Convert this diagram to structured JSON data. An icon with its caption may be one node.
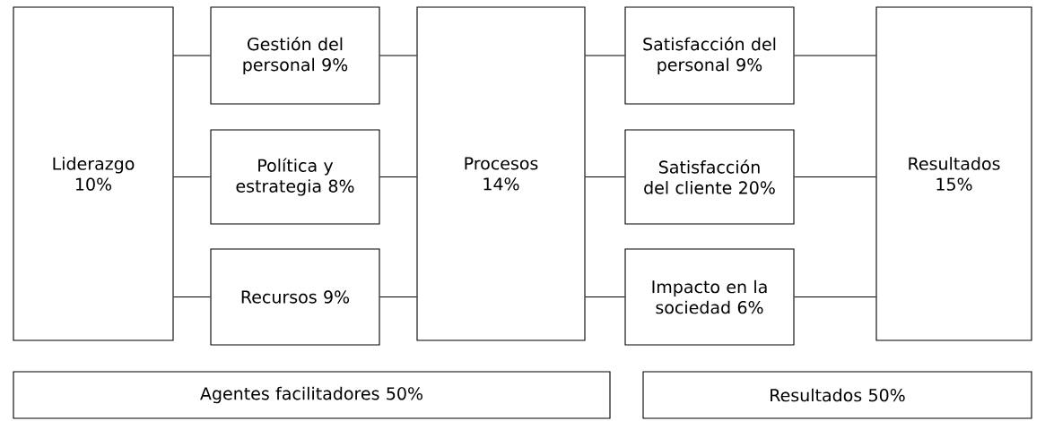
{
  "diagram": {
    "nodes": [
      {
        "text": [
          "Liderazgo 10%"
        ]
      },
      {
        "text": [
          "Gestión del personal 9%"
        ]
      },
      {
        "text": [
          "Política y estrategia 8%"
        ]
      },
      {
        "text": [
          "Recursos 9%"
        ]
      },
      {
        "text": [
          "Procesos 14%"
        ]
      },
      {
        "text": [
          "Satisfacción del personal 9%"
        ]
      },
      {
        "text": [
          "Satisfacción del cliente 20%"
        ]
      },
      {
        "text": [
          "Impacto en la sociedad 6%"
        ]
      },
      {
        "text": [
          "Resultados 15%"
        ]
      },
      {
        "text": [
          "Agentes facilitadores 50%"
        ]
      },
      {
        "text": [
          "Resultados 50%"
        ]
      }
    ],
    "edges": [
      {
        "from": 0,
        "to": 1,
        "arrow": "none"
      },
      {
        "from": 0,
        "to": 2,
        "arrow": "none"
      },
      {
        "from": 0,
        "to": 3,
        "arrow": "none"
      },
      {
        "from": 1,
        "to": 4,
        "arrow": "none"
      },
      {
        "from": 2,
        "to": 4,
        "arrow": "none"
      },
      {
        "from": 3,
        "to": 4,
        "arrow": "none"
      },
      {
        "from": 4,
        "to": 5,
        "arrow": "none"
      },
      {
        "from": 4,
        "to": 6,
        "arrow": "none"
      },
      {
        "from": 4,
        "to": 7,
        "arrow": "none"
      },
      {
        "from": 5,
        "to": 8,
        "arrow": "none"
      },
      {
        "from": 6,
        "to": 8,
        "arrow": "none"
      },
      {
        "from": 7,
        "to": 8,
        "arrow": "none"
      }
    ]
  }
}
